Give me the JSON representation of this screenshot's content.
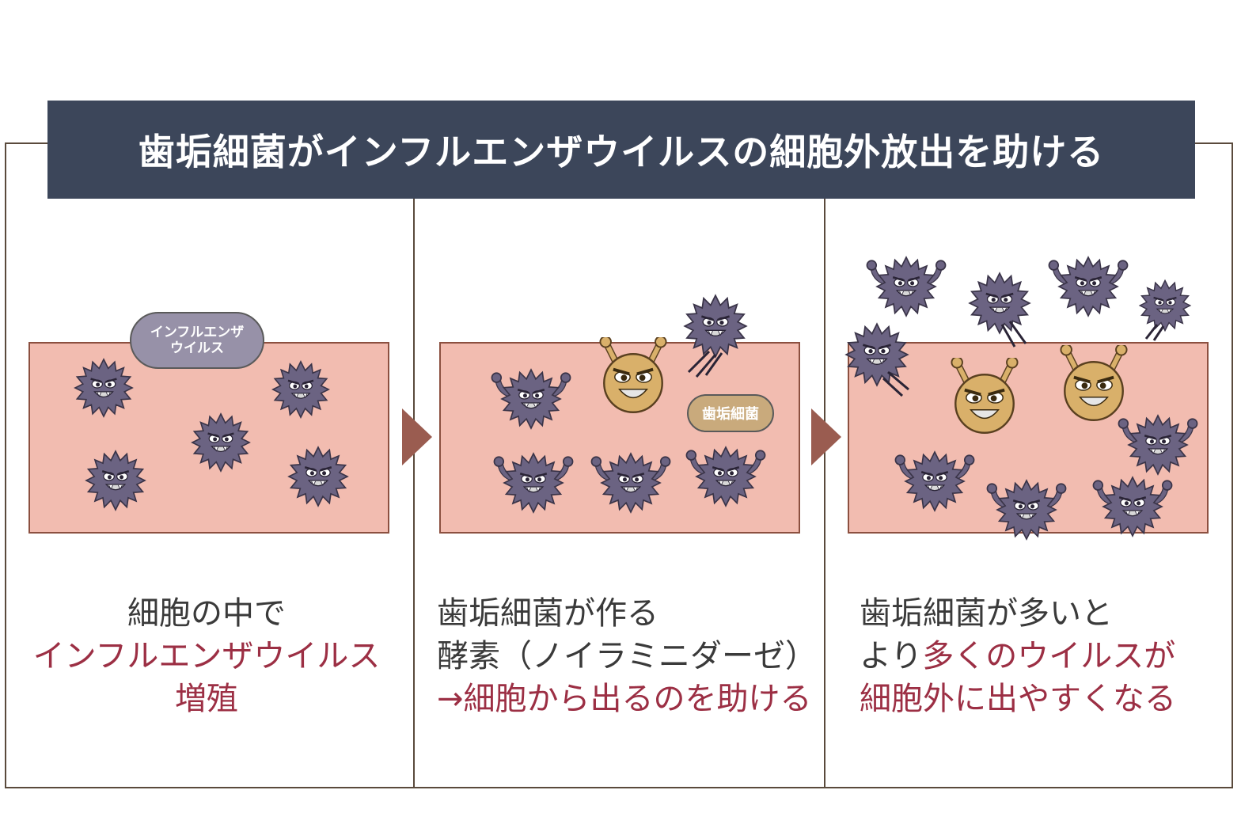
{
  "title": "歯垢細菌がインフルエンザウイルスの細胞外放出を助ける",
  "colors": {
    "title_bg": "#3c465a",
    "cell": "#f2bcb0",
    "virus": "#6b6382",
    "bacteria": "#d9b06a",
    "accent_text": "#9c2f44"
  },
  "panels": [
    {
      "bubble_line1": "インフルエンザ",
      "bubble_line2": "ウイルス",
      "caption_line1": "細胞の中で",
      "caption_line2": "インフルエンザウイルス",
      "caption_line3": "増殖"
    },
    {
      "bubble": "歯垢細菌",
      "caption_line1": "歯垢細菌が作る",
      "caption_line2": "酵素（ノイラミニダーゼ）",
      "caption_line3": "→細胞から出るのを助ける"
    },
    {
      "caption_line1": "歯垢細菌が多いと",
      "caption_line2_plain": "より",
      "caption_line2_red": "多くのウイルスが",
      "caption_line3": "細胞外に出やすくなる"
    }
  ]
}
